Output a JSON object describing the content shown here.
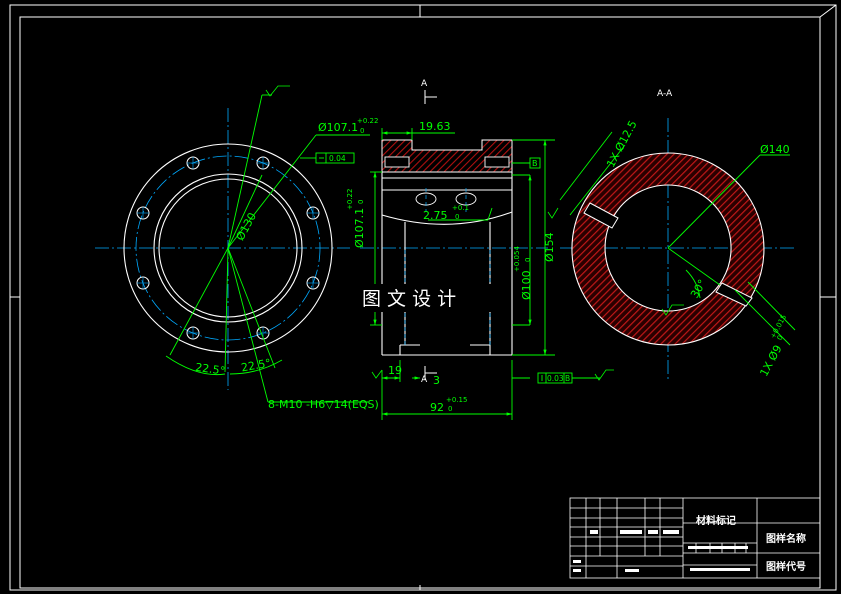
{
  "colors": {
    "background": "#000000",
    "outline": "#ffffff",
    "dimension": "#00ff00",
    "center_line": "#00aaff",
    "hatch": "#b01010",
    "hidden": "#ff4040"
  },
  "section_marks": {
    "top_letter": "A",
    "bottom_letter": "A",
    "section_title": "A-A"
  },
  "left_view": {
    "pcd": "Ø130",
    "bore": "Ø107.1",
    "bore_tol_upper": "+0.22",
    "bore_tol_lower": "0",
    "angle_left": "22.5°",
    "angle_right": "22.5°",
    "thread_callout": "8-M10 -H6▽14(EQS)",
    "flatness": "0.04"
  },
  "middle_view": {
    "dim_top": "19.63",
    "dim_inner_dia": "Ø107.1",
    "dim_inner_tol_upper": "+0.22",
    "dim_inner_tol_lower": "0",
    "dim_hole": "2.75",
    "dim_hole_tol": "+0.1",
    "dim_hole_tol_lower": "0",
    "dim_bore": "Ø100",
    "dim_bore_tol_upper": "+0.054",
    "dim_bore_tol_lower": "0",
    "dim_outer": "Ø154",
    "dim_19": "19",
    "dim_3": "3",
    "dim_length": "92",
    "dim_length_tol_upper": "+0.15",
    "dim_length_tol_lower": "0",
    "datum_b": "B",
    "perp_tol": "0.03",
    "perp_datum": "B"
  },
  "right_view": {
    "outer_dia": "Ø140",
    "slot_top": "1X Ø12.5",
    "slot_bottom": "1X Ø9",
    "slot_bottom_tol_upper": "+0.015",
    "slot_bottom_tol_lower": "0",
    "angle": "30°"
  },
  "watermark": "图 文 设 计",
  "title_block": {
    "material": "材料标记",
    "drawing_name": "图样名称",
    "drawing_code": "图样代号"
  }
}
